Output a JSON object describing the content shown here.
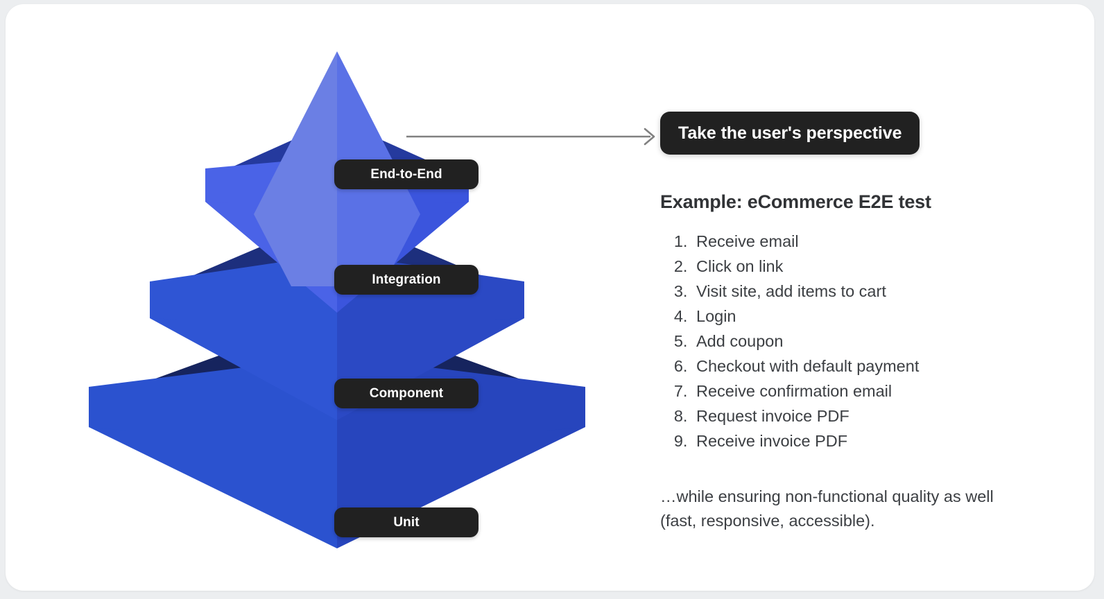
{
  "canvas": {
    "background": "#eceef0",
    "card_background": "#ffffff"
  },
  "colors": {
    "chip_background": "#212121",
    "chip_text": "#ffffff",
    "arrow": "#808080",
    "body_text": "#3c3f43",
    "heading_text": "#313336",
    "tier_apex_left": "#6b7fe4",
    "tier_apex_right": "#5a71e6",
    "tier_integration_left": "#4a63e7",
    "tier_integration_right": "#3b55dd",
    "tier_component_left": "#2f55d4",
    "tier_component_right": "#2b49c4",
    "tier_unit_left": "#2b52cf",
    "tier_unit_right": "#2745bd",
    "bevel_dark_1": "#2b42b8",
    "bevel_dark_2": "#253a9e",
    "bevel_dark_3": "#1d2f7d",
    "bevel_dark_4": "#16245e"
  },
  "pyramid": {
    "name": "test-automation-pyramid",
    "tiers": [
      {
        "id": "e2e",
        "label": "End-to-End"
      },
      {
        "id": "integration",
        "label": "Integration"
      },
      {
        "id": "component",
        "label": "Component"
      },
      {
        "id": "unit",
        "label": "Unit"
      }
    ]
  },
  "connector": {
    "from": "End-to-End",
    "to": "Take the user's perspective",
    "icon": "arrow-right-icon"
  },
  "callout": {
    "text": "Take the user's perspective"
  },
  "example": {
    "heading": "Example: eCommerce E2E test",
    "steps": [
      "Receive email",
      "Click on link",
      "Visit site, add items to cart",
      "Login",
      "Add coupon",
      "Checkout with default payment",
      "Receive confirmation email",
      "Request invoice PDF",
      "Receive invoice PDF"
    ],
    "closing_note": "…while ensuring non-functional quality as well (fast, responsive, accessible)."
  }
}
